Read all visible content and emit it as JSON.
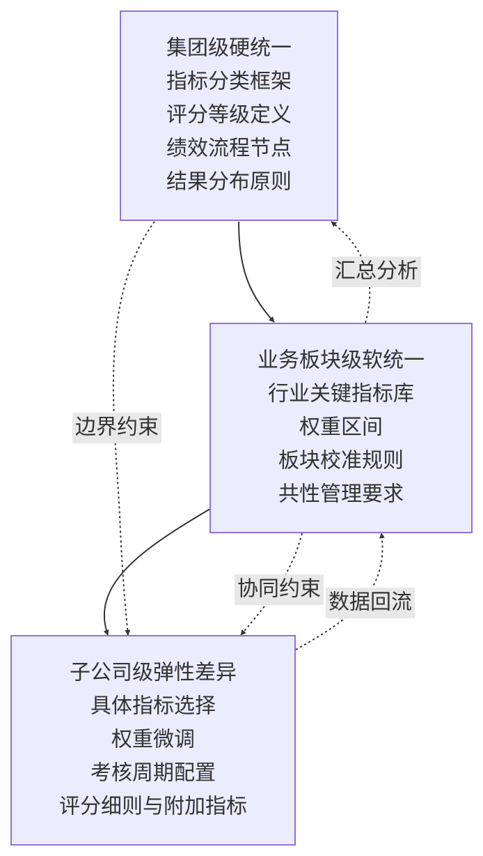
{
  "nodes": {
    "group": {
      "lines": [
        "集团级硬统一",
        "指标分类框架",
        "评分等级定义",
        "绩效流程节点",
        "结果分布原则"
      ]
    },
    "segment": {
      "lines": [
        "业务板块级软统一",
        "行业关键指标库",
        "权重区间",
        "板块校准规则",
        "共性管理要求"
      ]
    },
    "subsidiary": {
      "lines": [
        "子公司级弹性差异",
        "具体指标选择",
        "权重微调",
        "考核周期配置",
        "评分细则与附加指标"
      ]
    }
  },
  "edges": {
    "group_to_subsidiary": {
      "label": "边界约束",
      "style": "dotted"
    },
    "group_to_segment": {
      "label": "",
      "style": "solid"
    },
    "segment_to_group": {
      "label": "汇总分析",
      "style": "dotted"
    },
    "segment_to_subsidiary_solid": {
      "label": "",
      "style": "solid"
    },
    "segment_to_subsidiary_dotted": {
      "label": "协同约束",
      "style": "dotted"
    },
    "subsidiary_to_segment": {
      "label": "数据回流",
      "style": "dotted"
    }
  },
  "colors": {
    "node_fill": "#ECECFF",
    "node_stroke": "#9370DB",
    "text": "#333333",
    "edge": "#333333",
    "label_bg": "#e8e8e8"
  }
}
